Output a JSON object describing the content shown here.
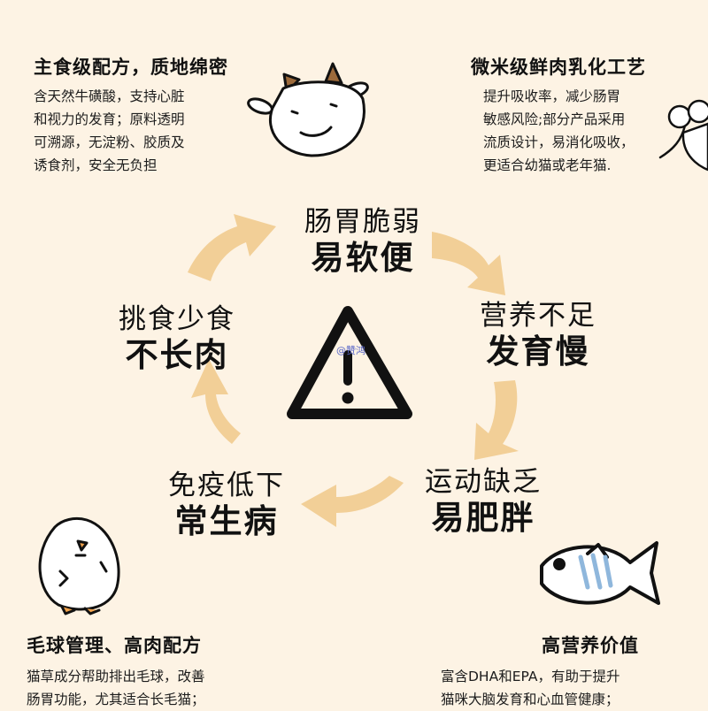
{
  "corners": {
    "top_left": {
      "title": "主食级配方，质地绵密",
      "body": "含天然牛磺酸，支持心脏\n和视力的发育；原料透明\n可溯源，无淀粉、胶质及\n诱食剂，安全无负担",
      "icon": "cow-icon"
    },
    "top_right": {
      "title": "微米级鲜肉乳化工艺",
      "body": "提升吸收率，减少肠胃\n敏感风险;部分产品采用\n流质设计，易消化吸收，\n更适合幼猫或老年猫.",
      "icon": "mouse-icon"
    },
    "bottom_left": {
      "title": "毛球管理、高肉配方",
      "body": "猫草成分帮助排出毛球，改善\n肠胃功能，尤其适合长毛猫；",
      "icon": "chick-icon"
    },
    "bottom_right": {
      "title": "高营养价值",
      "body": "富含DHA和EPA，有助于提升\n猫咪大脑发育和心血管健康；",
      "icon": "fish-icon"
    }
  },
  "cycle": [
    {
      "line1": "肠胃脆弱",
      "line2": "易软便"
    },
    {
      "line1": "营养不足",
      "line2": "发育慢"
    },
    {
      "line1": "运动缺乏",
      "line2": "易肥胖"
    },
    {
      "line1": "免疫低下",
      "line2": "常生病"
    },
    {
      "line1": "挑食少食",
      "line2": "不长肉"
    }
  ],
  "center": {
    "icon": "warning-triangle-icon",
    "watermark": "@赞鸿"
  },
  "colors": {
    "background": "#fdf3e4",
    "arrow": "#f2cf97",
    "fish_stripe": "#8fb7dc"
  }
}
